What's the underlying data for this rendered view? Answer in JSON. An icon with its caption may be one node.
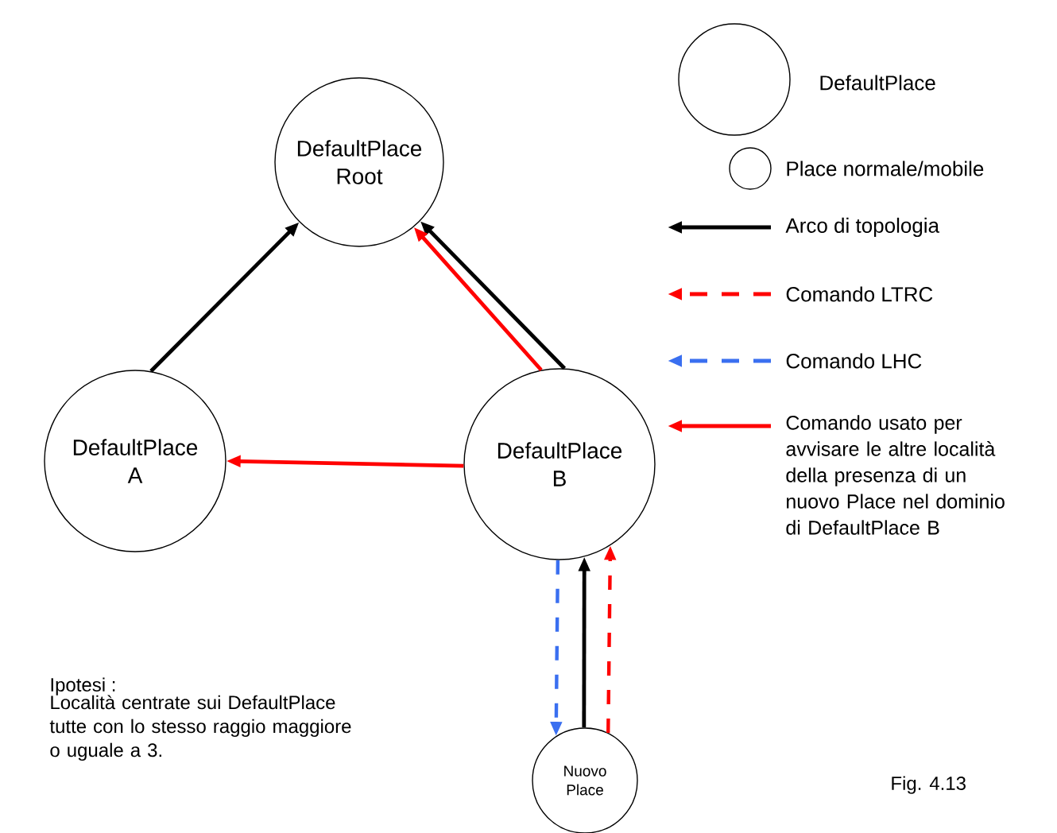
{
  "diagram": {
    "nodes": [
      {
        "text": [
          "DefaultPlace Root"
        ]
      },
      {
        "text": [
          "DefaultPlace A"
        ]
      },
      {
        "text": [
          "DefaultPlace B"
        ]
      },
      {
        "text": [
          "Nuovo Place"
        ]
      }
    ],
    "edges": [
      {
        "from": 1,
        "to": 0,
        "arrow": "to"
      },
      {
        "from": 2,
        "to": 0,
        "arrow": "to"
      },
      {
        "from": 2,
        "to": 0,
        "arrow": "to",
        "color": "#ff0000"
      },
      {
        "from": 2,
        "to": 1,
        "arrow": "to",
        "color": "#ff0000"
      },
      {
        "from": 3,
        "to": 2,
        "arrow": "to"
      },
      {
        "from": 3,
        "to": 2,
        "arrow": "to",
        "style": "dashed",
        "color": "#ff0000"
      },
      {
        "from": 2,
        "to": 3,
        "arrow": "to",
        "style": "dashed",
        "color": "#3a6ff0"
      }
    ],
    "labels": [
      "Ipotesi :",
      "Località centrate sui DefaultPlace tutte con lo stesso raggio maggiore o uguale a 3.",
      "Fig. 4.13"
    ],
    "legend": [
      {
        "text": "DefaultPlace"
      },
      {
        "text": "Place normale/mobile"
      },
      {
        "text": "Arco di topologia"
      },
      {
        "text": "Comando LTRC"
      },
      {
        "text": "Comando LHC"
      },
      {
        "text": "Comando usato per avvisare le altre località della presenza di un nuovo Place nel dominio di DefaultPlace B"
      }
    ]
  }
}
